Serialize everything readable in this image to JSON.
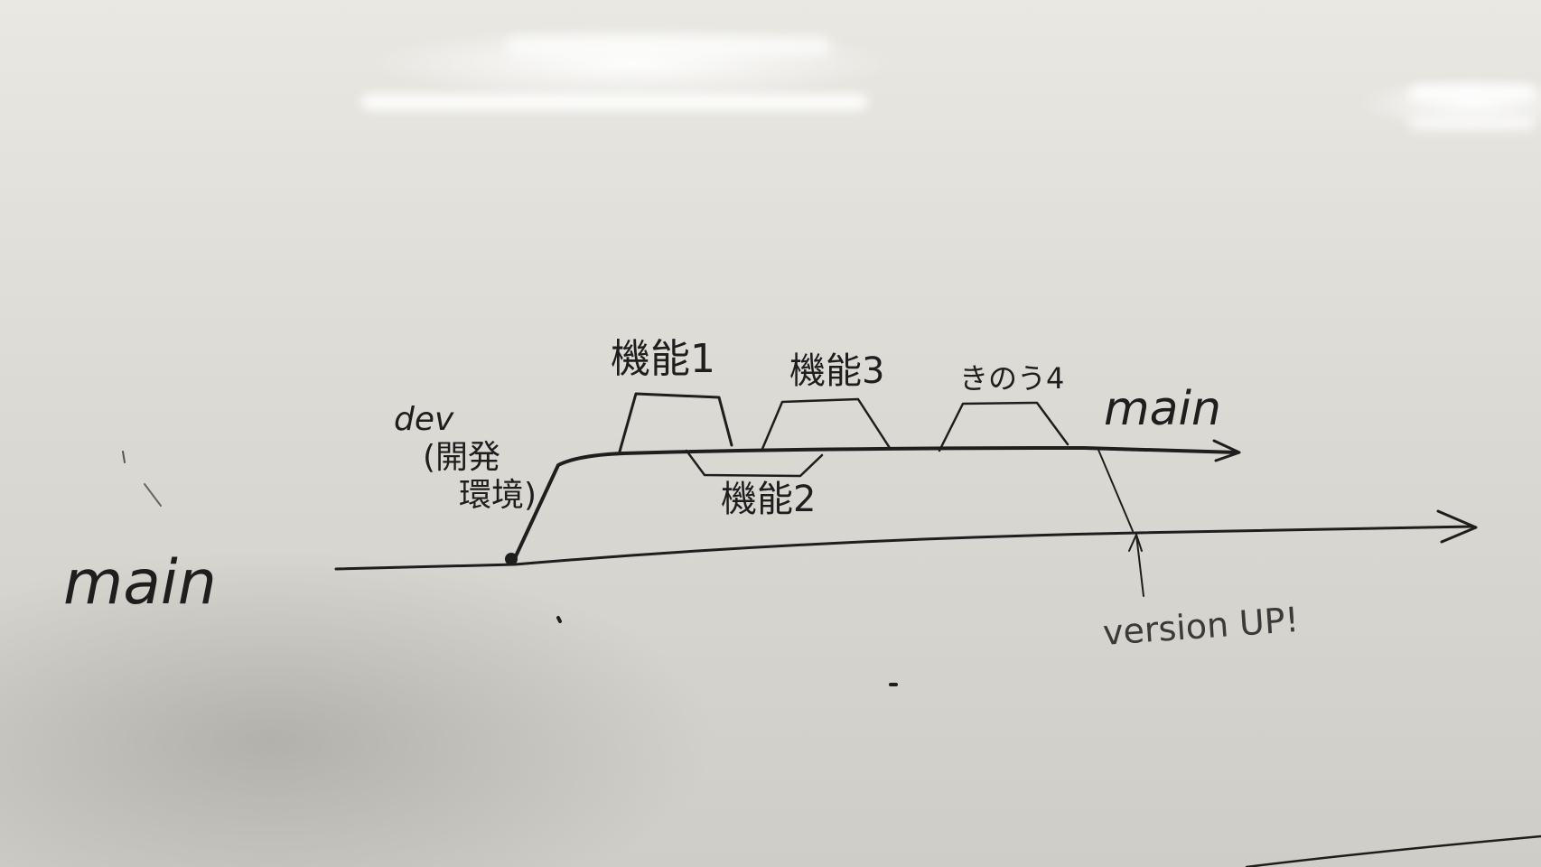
{
  "diagram": {
    "labels": {
      "main_left": "main",
      "main_dev_branch": "main",
      "dev_line1": "dev",
      "dev_line2": "(開発",
      "dev_line3": "環境)",
      "feature1": "機能1",
      "feature2": "機能2",
      "feature3": "機能3",
      "feature4": "きのう4",
      "version_up": "version UP!"
    }
  },
  "colors": {
    "ink": "#1e1e1e",
    "board": "#dcdad4"
  }
}
